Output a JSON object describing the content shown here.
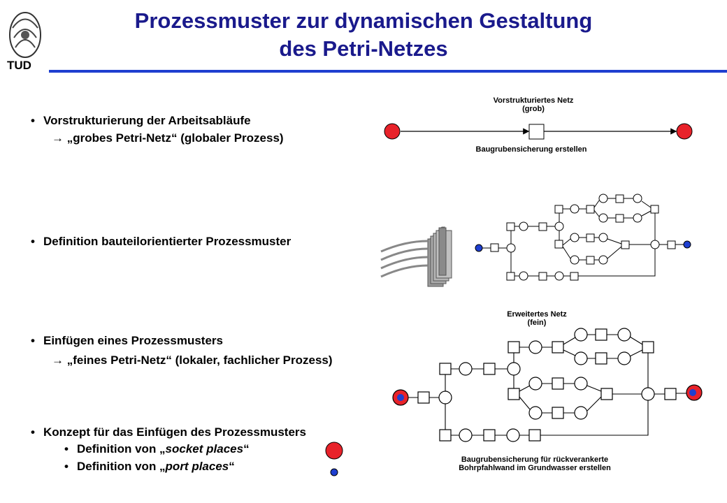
{
  "header": {
    "logo_text": "TUD",
    "title_line1": "Prozessmuster zur dynamischen Gestaltung",
    "title_line2": "des Petri-Netzes"
  },
  "bullets": {
    "b1": "Vorstrukturierung der Arbeitsabläufe",
    "b1_sub": "→ „grobes Petri-Netz“ (globaler Prozess)",
    "b2": "Definition bauteilorientierter Prozessmuster",
    "b3": "Einfügen eines Prozessmusters",
    "b3_sub": "→ „feines Petri-Netz“ (lokaler, fachlicher Prozess)",
    "b4": "Konzept für das Einfügen des Prozessmusters",
    "b4_a_prefix": "Definition von „",
    "b4_a_em": "socket places",
    "b4_a_suffix": "“",
    "b4_b_prefix": "Definition von „",
    "b4_b_em": "port places",
    "b4_b_suffix": "“"
  },
  "diagram_labels": {
    "coarse_title_1": "Vorstrukturiertes Netz",
    "coarse_title_2": "(grob)",
    "coarse_caption": "Baugrubensicherung erstellen",
    "fine_title_1": "Erweitertes Netz",
    "fine_title_2": "(fein)",
    "fine_caption_1": "Baugrubensicherung für rückverankerte",
    "fine_caption_2": "Bohrpfahlwand  im Grundwasser erstellen"
  },
  "colors": {
    "title": "#1a1a8c",
    "rule": "#1f3fd0",
    "socket_place": "#e8222a",
    "port_place": "#1e3fd0"
  }
}
